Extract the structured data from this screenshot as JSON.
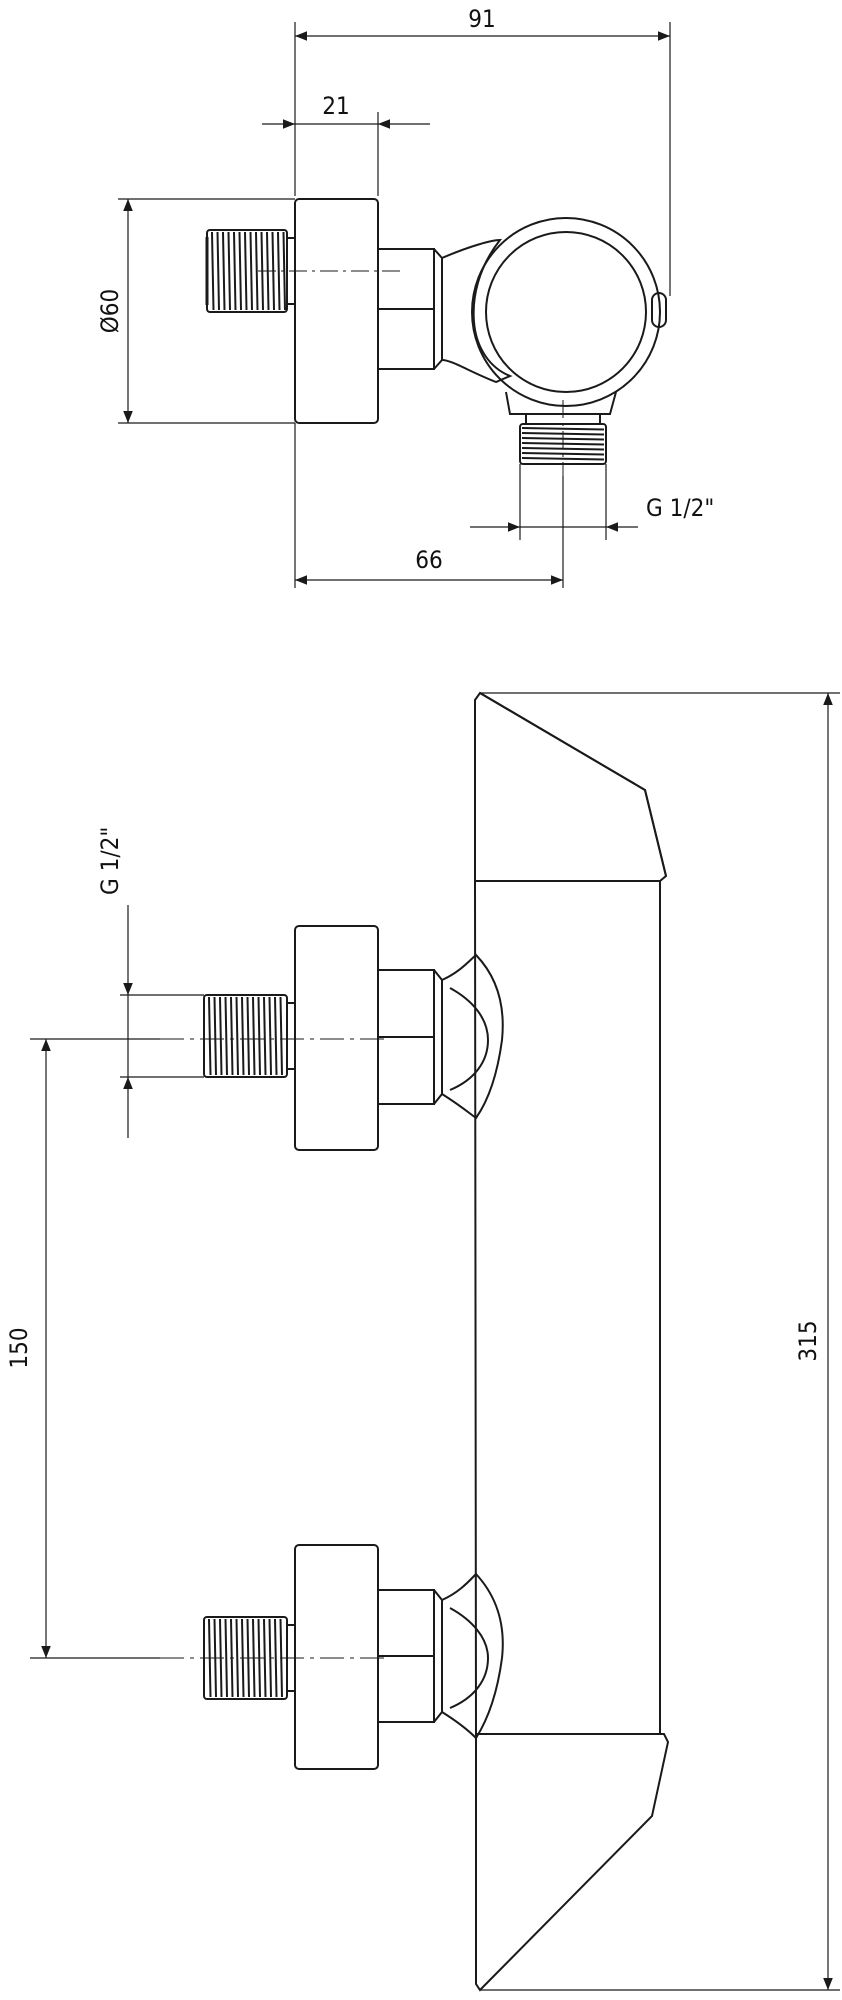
{
  "drawing": {
    "line_color": "#1a1a1a",
    "top_view": {
      "dim_overall_width": "91",
      "dim_flange_width": "21",
      "dim_flange_diameter": "Ø60",
      "dim_outlet_thread": "G 1/2\"",
      "dim_outlet_position": "66"
    },
    "front_view": {
      "dim_inlet_thread": "G 1/2\"",
      "dim_inlet_spacing": "150",
      "dim_overall_height": "315"
    }
  }
}
